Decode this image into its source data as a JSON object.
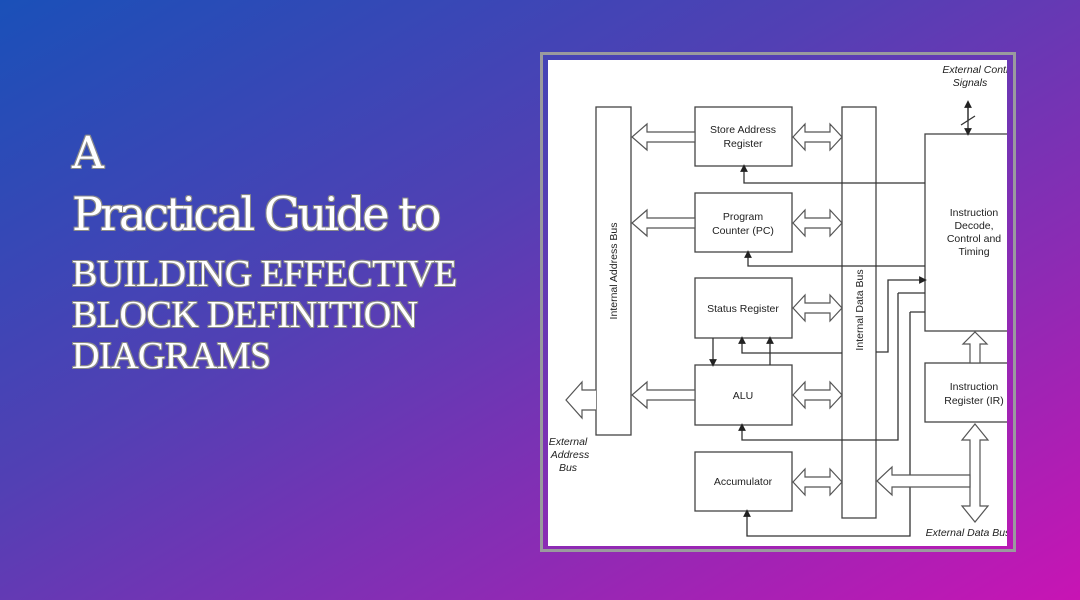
{
  "title": {
    "line1": "A",
    "line2": "Practical Guide to",
    "subtitle_lines": [
      "BUILDING EFFECTIVE",
      "BLOCK DEFINITION",
      "DIAGRAMS"
    ]
  },
  "colors": {
    "gradient_start": "#1a50b8",
    "gradient_end": "#c814b4",
    "title_text": "#ffffff",
    "frame_border": "#9a9a9e"
  },
  "diagram": {
    "buses": {
      "address_bus": "Internal Address Bus",
      "data_bus": "Internal Data Bus"
    },
    "blocks": {
      "store_address_register": [
        "Store Address",
        "Register"
      ],
      "program_counter": [
        "Program",
        "Counter (PC)"
      ],
      "status_register": [
        "Status Register"
      ],
      "alu": [
        "ALU"
      ],
      "accumulator": [
        "Accumulator"
      ],
      "instruction_decode": [
        "Instruction",
        "Decode,",
        "Control and",
        "Timing"
      ],
      "instruction_register": [
        "Instruction",
        "Register (IR)"
      ]
    },
    "external_labels": {
      "control_signals": [
        "External Control",
        "Signals"
      ],
      "address_bus": [
        "External",
        "Address",
        "Bus"
      ],
      "data_bus": "External Data Bus"
    }
  }
}
